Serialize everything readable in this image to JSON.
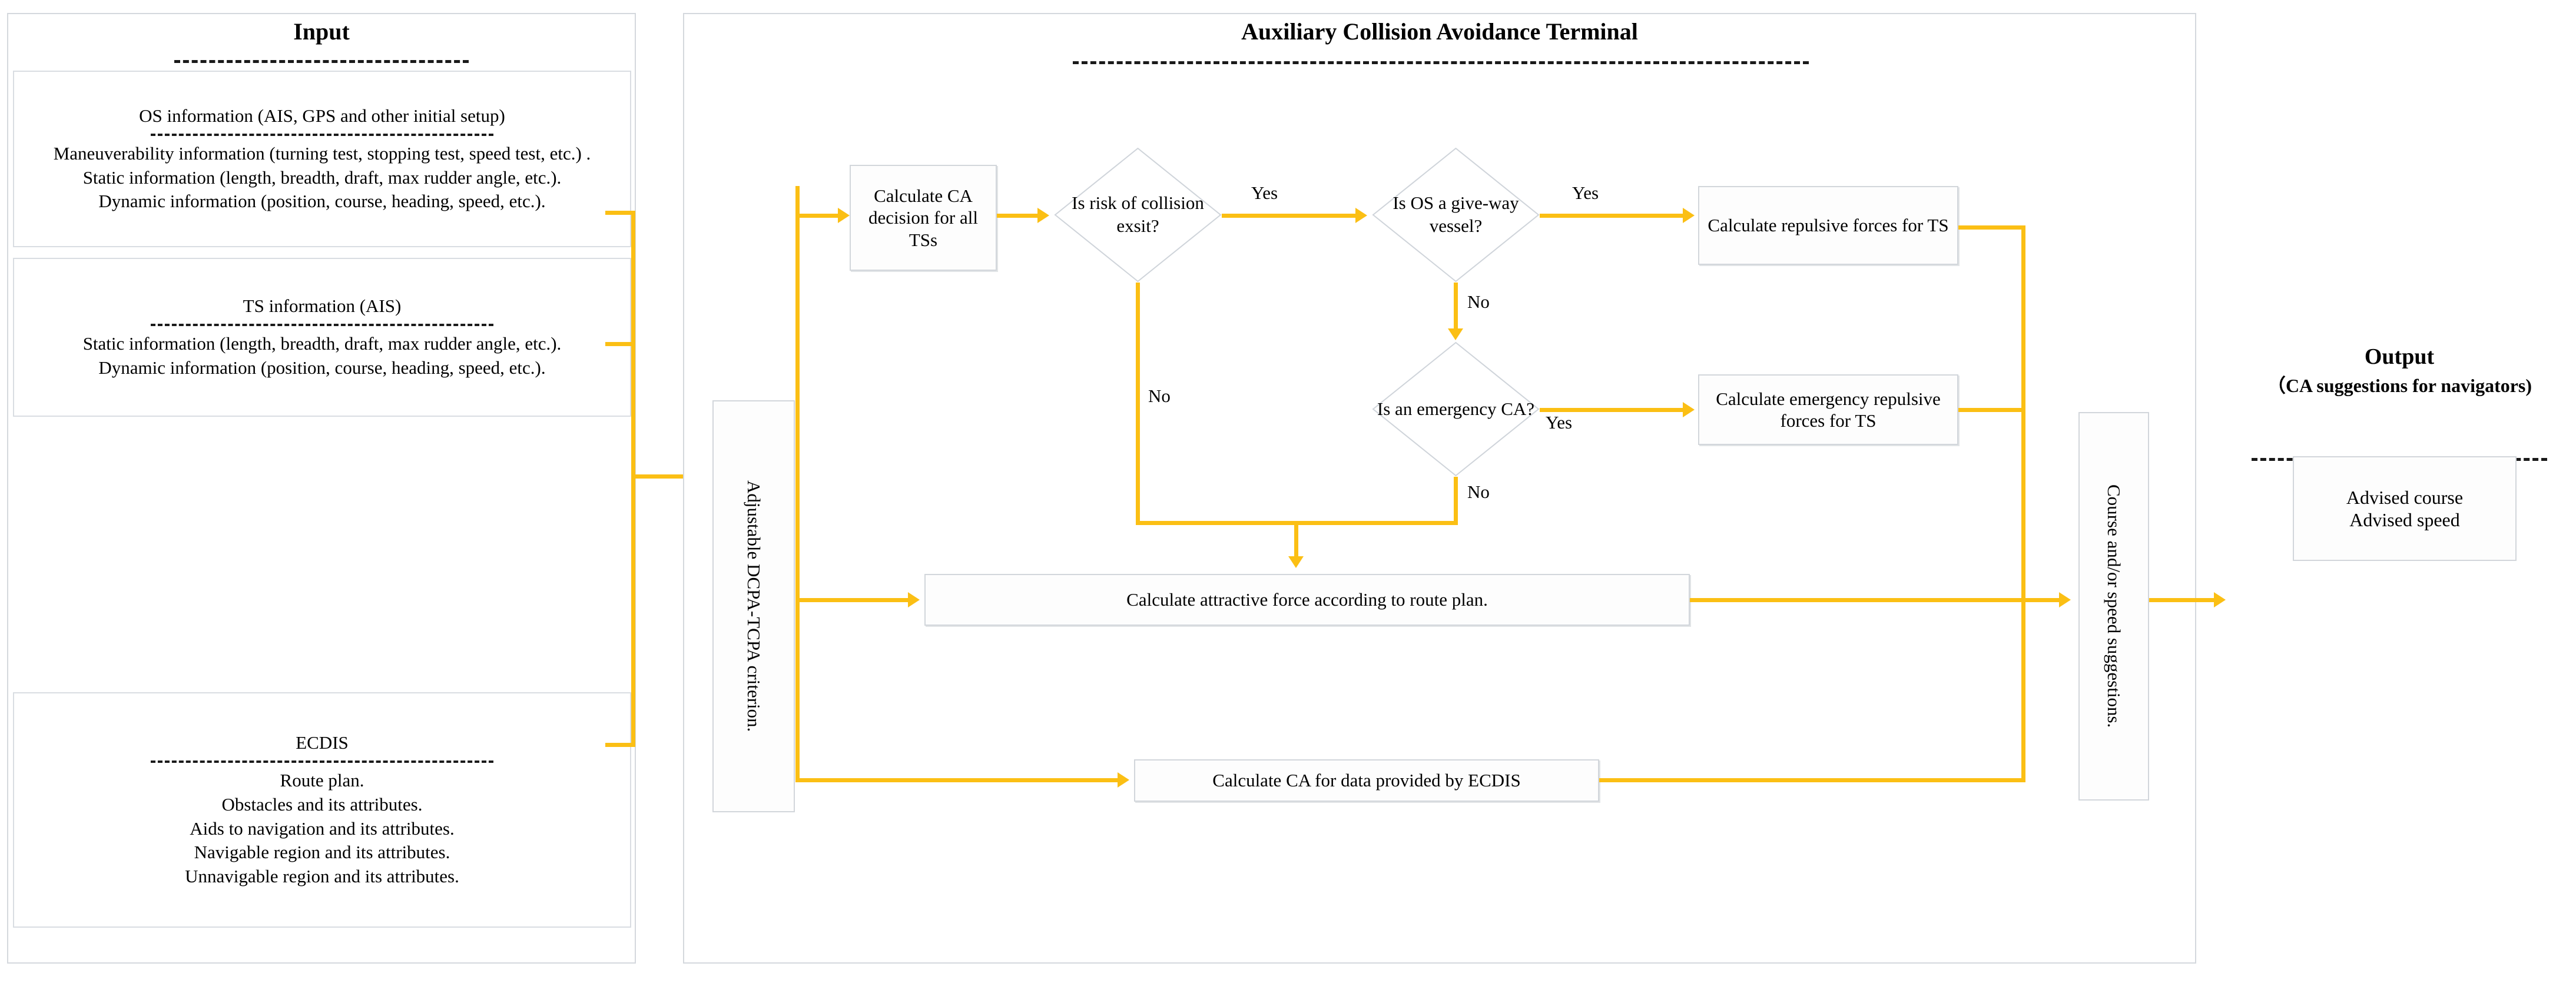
{
  "colors": {
    "flow_accent": "#FBBF14",
    "box_border": "#d2d6db",
    "panel_border": "#d4d8dd",
    "text": "#000000"
  },
  "input_panel": {
    "title": "Input",
    "boxes": [
      {
        "header": "OS information (AIS, GPS and other initial setup)",
        "body": "Maneuverability information (turning test, stopping test, speed test, etc.) .\nStatic information (length, breadth, draft, max rudder angle, etc.).\nDynamic information (position, course, heading, speed, etc.)."
      },
      {
        "header": "TS information (AIS)",
        "body": "Static information (length, breadth, draft, max rudder angle, etc.).\nDynamic information (position, course, heading, speed, etc.)."
      },
      {
        "header": "ECDIS",
        "body": "Route plan.\nObstacles and its attributes.\nAids to navigation and its attributes.\nNavigable region and its attributes.\nUnnavigable region and its attributes."
      }
    ]
  },
  "terminal_panel": {
    "title": "Auxiliary Collision Avoidance Terminal",
    "criterion_label": "Adjustable DCPA-TCPA criterion.",
    "suggestions_label": "Course and/or speed suggestions.",
    "nodes": {
      "calc_ca_decision": "Calculate CA decision for all TSs",
      "risk_decision": "Is risk of collision exsit?",
      "giveway_decision": "Is OS a give-way vessel?",
      "emergency_decision": "Is an emergency CA?",
      "repulsive_forces": "Calculate repulsive forces for TS",
      "emergency_repulsive_forces": "Calculate emergency repulsive forces for TS",
      "attractive_force": "Calculate attractive force according to route plan.",
      "ecdis_ca": "Calculate CA for data provided by ECDIS"
    },
    "edge_labels": {
      "risk_yes": "Yes",
      "risk_no": "No",
      "giveway_yes": "Yes",
      "giveway_no": "No",
      "emergency_yes": "Yes",
      "emergency_no": "No"
    }
  },
  "output_panel": {
    "title": "Output",
    "subtitle": "（CA suggestions for navigators)",
    "result": "Advised course\nAdvised speed"
  }
}
